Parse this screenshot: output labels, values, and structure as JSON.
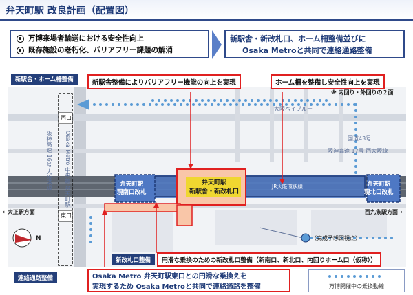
{
  "title": "弁天町駅 改良計画（配置図）",
  "issues": [
    "万博来場者輸送における安全性向上",
    "既存施設の老朽化、バリアフリー課題の解消"
  ],
  "goal": {
    "line1": "新駅舎・新改札口、ホーム柵整備並びに",
    "line2": "Osaka Metroと共同で連絡通路整備"
  },
  "tags": {
    "station_platform": "新駅舎・ホーム柵整備",
    "new_gate": "新改札口整備",
    "passage": "連絡通路整備"
  },
  "callouts": {
    "barrier_free": "新駅舎整備によりバリアフリー機能の向上を実現",
    "platform_fence": "ホーム柵を整備し安全性向上を実現",
    "new_gate": "円滑な乗換のための新改札口整備（新南口、新北口、内回りホーム口（仮称））",
    "passage_line1": "Osaka Metro 弁天町駅東口との円滑な乗換えを",
    "passage_line2": "実現するため Osaka Metroと共同で連絡通路を整備"
  },
  "notes": {
    "two_sides": "※ 内回り・外回りの２面"
  },
  "map_labels": {
    "west_exit": "西口",
    "east_exit": "東口",
    "osaka_bay_line": "大阪ベイブルー",
    "route43": "国道43号",
    "hanshin": "阪神高速 17号 西大阪線",
    "hanshin16": "阪神高速 16号 大阪港線",
    "chuo_line": "Osaka Metro 中央線 弁天町駅",
    "loop_line": "JR大阪環状線",
    "station_name": "弁天町駅",
    "new_station": "新駅舎・新改札口",
    "current_south": "現南口改札",
    "current_north": "現北口改札",
    "to_taisho": "←大正駅方面",
    "to_nishikujo": "西九条駅方面→",
    "completion_view": "（完成予想図視点）",
    "north_mark": "N"
  },
  "legend": {
    "label": "万博開催中の乗換動線"
  },
  "colors": {
    "accent_blue": "#2f4a8a",
    "highlight_red": "#e02020",
    "station_yellow": "#f0d730",
    "flow_blue": "#5b9bd5",
    "rail_gray": "#5f6670"
  }
}
